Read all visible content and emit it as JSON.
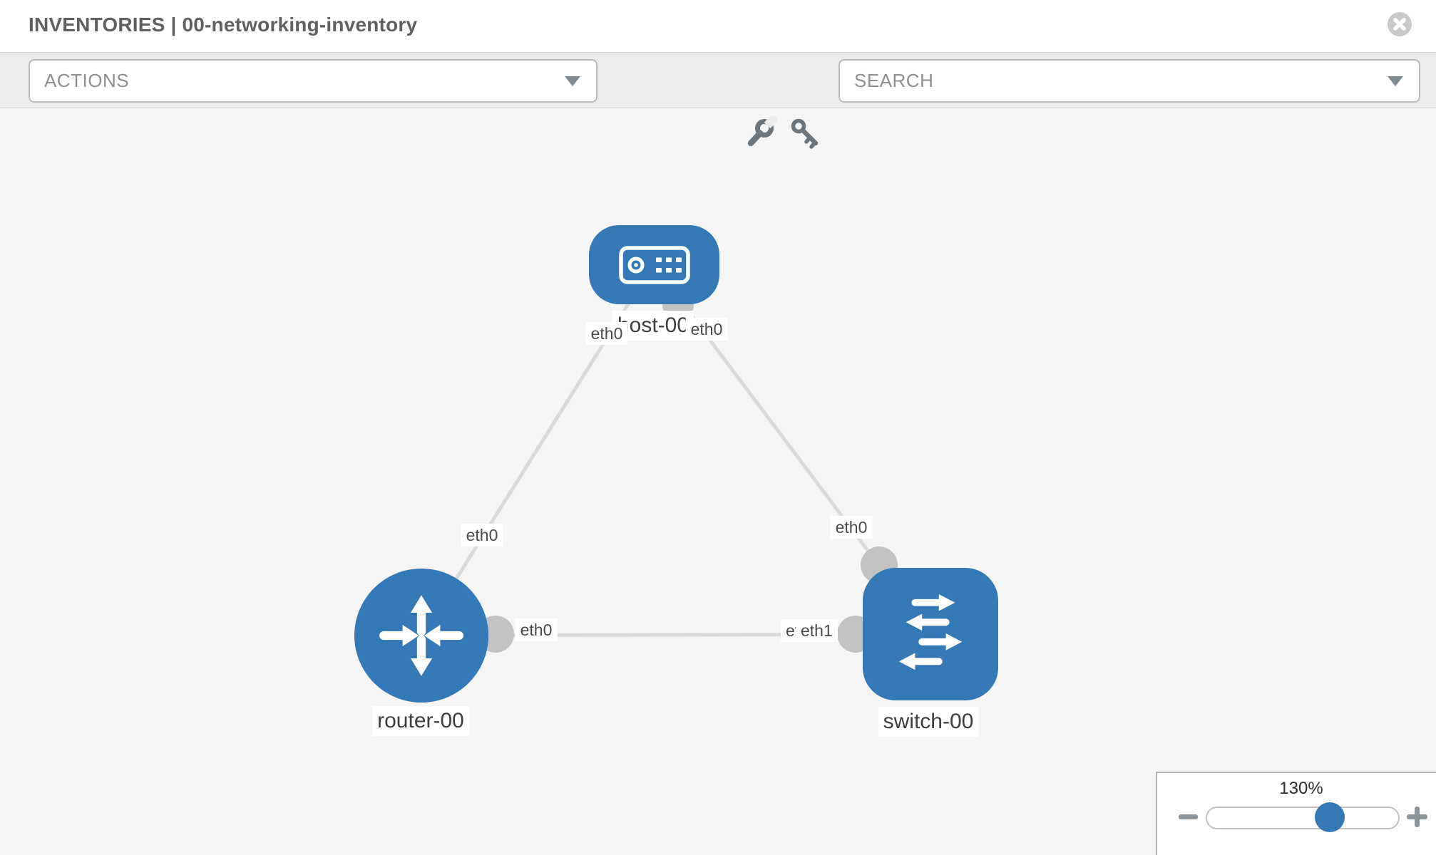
{
  "header": {
    "title": "INVENTORIES | 00-networking-inventory"
  },
  "toolbar": {
    "actions_label": "ACTIONS",
    "search_placeholder": "SEARCH"
  },
  "icons": {
    "header": [
      "close-icon"
    ],
    "toolbar": [
      "wrench-icon",
      "key-icon"
    ],
    "zoom_control": [
      "zoom-out-icon",
      "zoom-in-icon"
    ]
  },
  "topology": {
    "nodes": [
      {
        "id": "host-00",
        "type": "host",
        "label": "host-00"
      },
      {
        "id": "router-00",
        "type": "router",
        "label": "router-00"
      },
      {
        "id": "switch-00",
        "type": "switch",
        "label": "switch-00"
      }
    ],
    "links": [
      {
        "from": "router-00",
        "to": "host-00",
        "label_near_router": "eth0",
        "label_near_host": "eth0"
      },
      {
        "from": "switch-00",
        "to": "host-00",
        "label_near_switch": "eth0",
        "label_near_host": "eth0"
      },
      {
        "from": "router-00",
        "to": "switch-00",
        "label_near_router": "eth0",
        "label_near_switch_back": "eth0",
        "label_near_switch_front": "eth1"
      }
    ]
  },
  "zoom_control": {
    "level": "130%"
  },
  "colors": {
    "node_blue": "#3478b5",
    "link_gray": "#dadada",
    "interface_gray": "#c2c2c2",
    "canvas_bg": "#f5f5f6",
    "icon_gray": "#6d757d"
  }
}
